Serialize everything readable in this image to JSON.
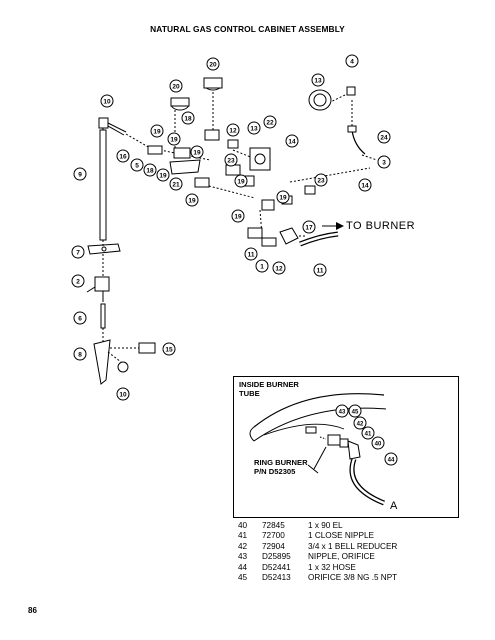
{
  "page": {
    "title": "NATURAL GAS CONTROL CABINET ASSEMBLY",
    "page_number": "86"
  },
  "diagram": {
    "to_burner_label": "TO BURNER",
    "callouts": [
      "10",
      "9",
      "16",
      "5",
      "7",
      "2",
      "6",
      "8",
      "10",
      "15",
      "20",
      "20",
      "19",
      "18",
      "19",
      "19",
      "18",
      "21",
      "19",
      "22",
      "12",
      "13",
      "4",
      "14",
      "24",
      "13",
      "23",
      "19",
      "3",
      "19",
      "19",
      "19",
      "23",
      "14",
      "17",
      "11",
      "1",
      "12",
      "11"
    ],
    "inset": {
      "inside_label_1": "INSIDE BURNER",
      "inside_label_2": "TUBE",
      "ring_label_1": "RING BURNER",
      "ring_label_2": "P/N D52305",
      "callouts": [
        "43",
        "45",
        "42",
        "41",
        "40",
        "44"
      ],
      "corner_letter": "A"
    }
  },
  "parts": [
    {
      "item": "40",
      "part": "72845",
      "desc": "1 x 90 EL"
    },
    {
      "item": "41",
      "part": "72700",
      "desc": "1 CLOSE NIPPLE"
    },
    {
      "item": "42",
      "part": "72904",
      "desc": "3/4 x 1 BELL REDUCER"
    },
    {
      "item": "43",
      "part": "D25895",
      "desc": "NIPPLE, ORIFICE"
    },
    {
      "item": "44",
      "part": "D52441",
      "desc": "1 x 32 HOSE"
    },
    {
      "item": "45",
      "part": "D52413",
      "desc": "ORIFICE 3/8 NG .5 NPT"
    }
  ]
}
